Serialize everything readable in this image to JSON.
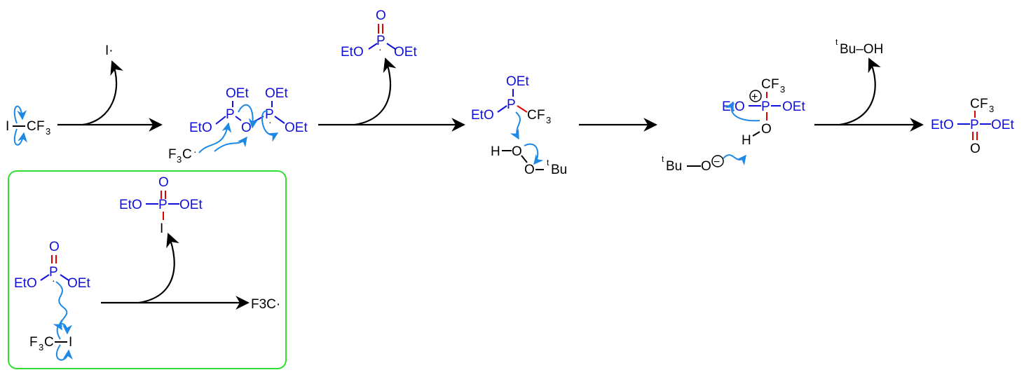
{
  "atoms": {
    "I": "I",
    "I_rad": "I·",
    "CF3": "CF3",
    "C": "C",
    "F": "F",
    "F3C_rad": "F3C·",
    "F3C": "F3C",
    "P": "P",
    "O": "O",
    "OEt": "OEt",
    "EtO": "EtO",
    "H": "H",
    "t": "t",
    "Bu": "Bu",
    "sub3": "3",
    "Bu_OH": "Bu–OH",
    "plus": "+",
    "minus": "−"
  },
  "colors": {
    "heteroatom": "#1010d8",
    "highlight_bond": "#e00000",
    "curly_arrow": "#1e88e5",
    "inset_border": "#33dd33",
    "reaction_arrow": "#000000"
  }
}
